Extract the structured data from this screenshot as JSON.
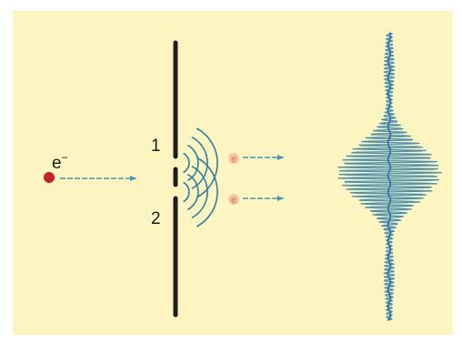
{
  "labels": {
    "electron": "e",
    "electron_sup": "−",
    "slit_top": "1",
    "slit_bottom": "2",
    "emitted_top": "e",
    "emitted_bottom": "e"
  },
  "colors": {
    "background": "#fcf5c2",
    "frame": "#ffffff",
    "electron": "#c4212a",
    "emitted_electron": "#e89070",
    "arrow": "#4a97b5",
    "wavefront": "#2f7fa3",
    "barrier": "#1e1e1e",
    "pattern": "#4c8fb0",
    "screen_axis": "#2b6ea8"
  }
}
